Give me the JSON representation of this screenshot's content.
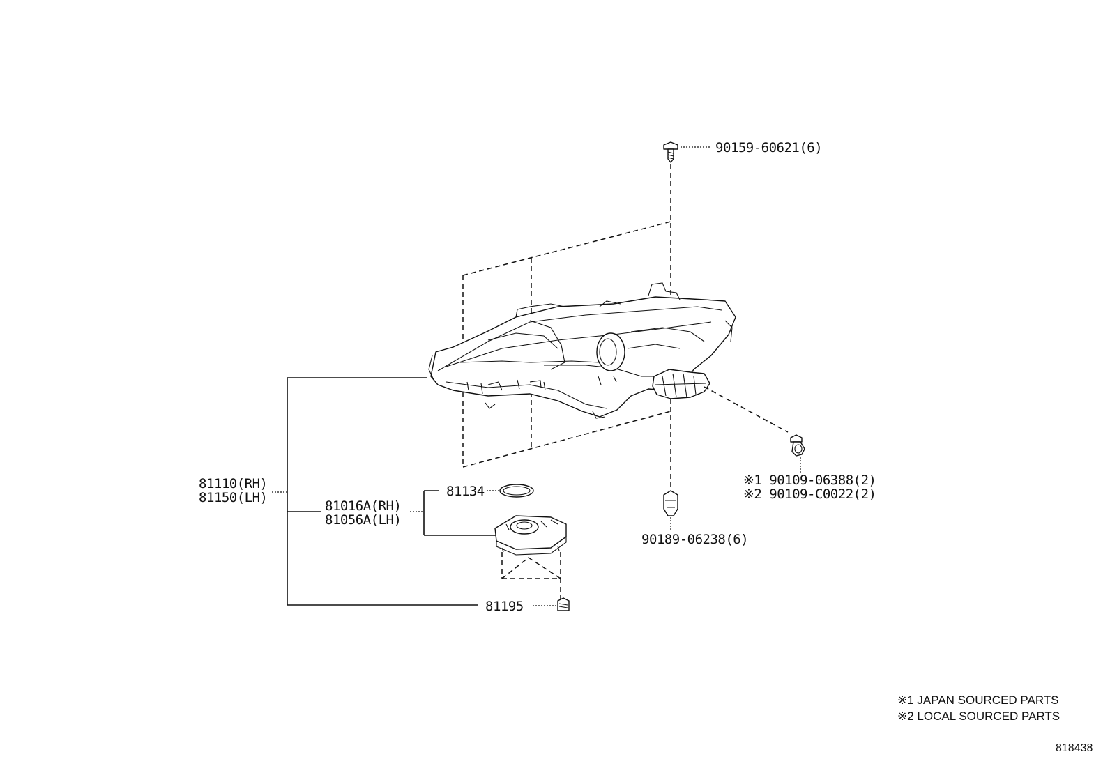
{
  "callouts": {
    "bolt_top": "90159-60621(6)",
    "nut_bottom": "90189-06238(6)",
    "bolt_right_jp": "※1 90109-06388(2)",
    "bolt_right_local": "※2 90109-C0022(2)",
    "headlamp_rh": "81110(RH)",
    "headlamp_lh": "81150(LH)",
    "ballast_rh": "81016A(RH)",
    "ballast_lh": "81056A(LH)",
    "ring": "81134",
    "screw": "81195"
  },
  "notes": {
    "note1": "※1 JAPAN SOURCED PARTS",
    "note2": "※2 LOCAL SOURCED PARTS"
  },
  "diagram_code": "818438"
}
